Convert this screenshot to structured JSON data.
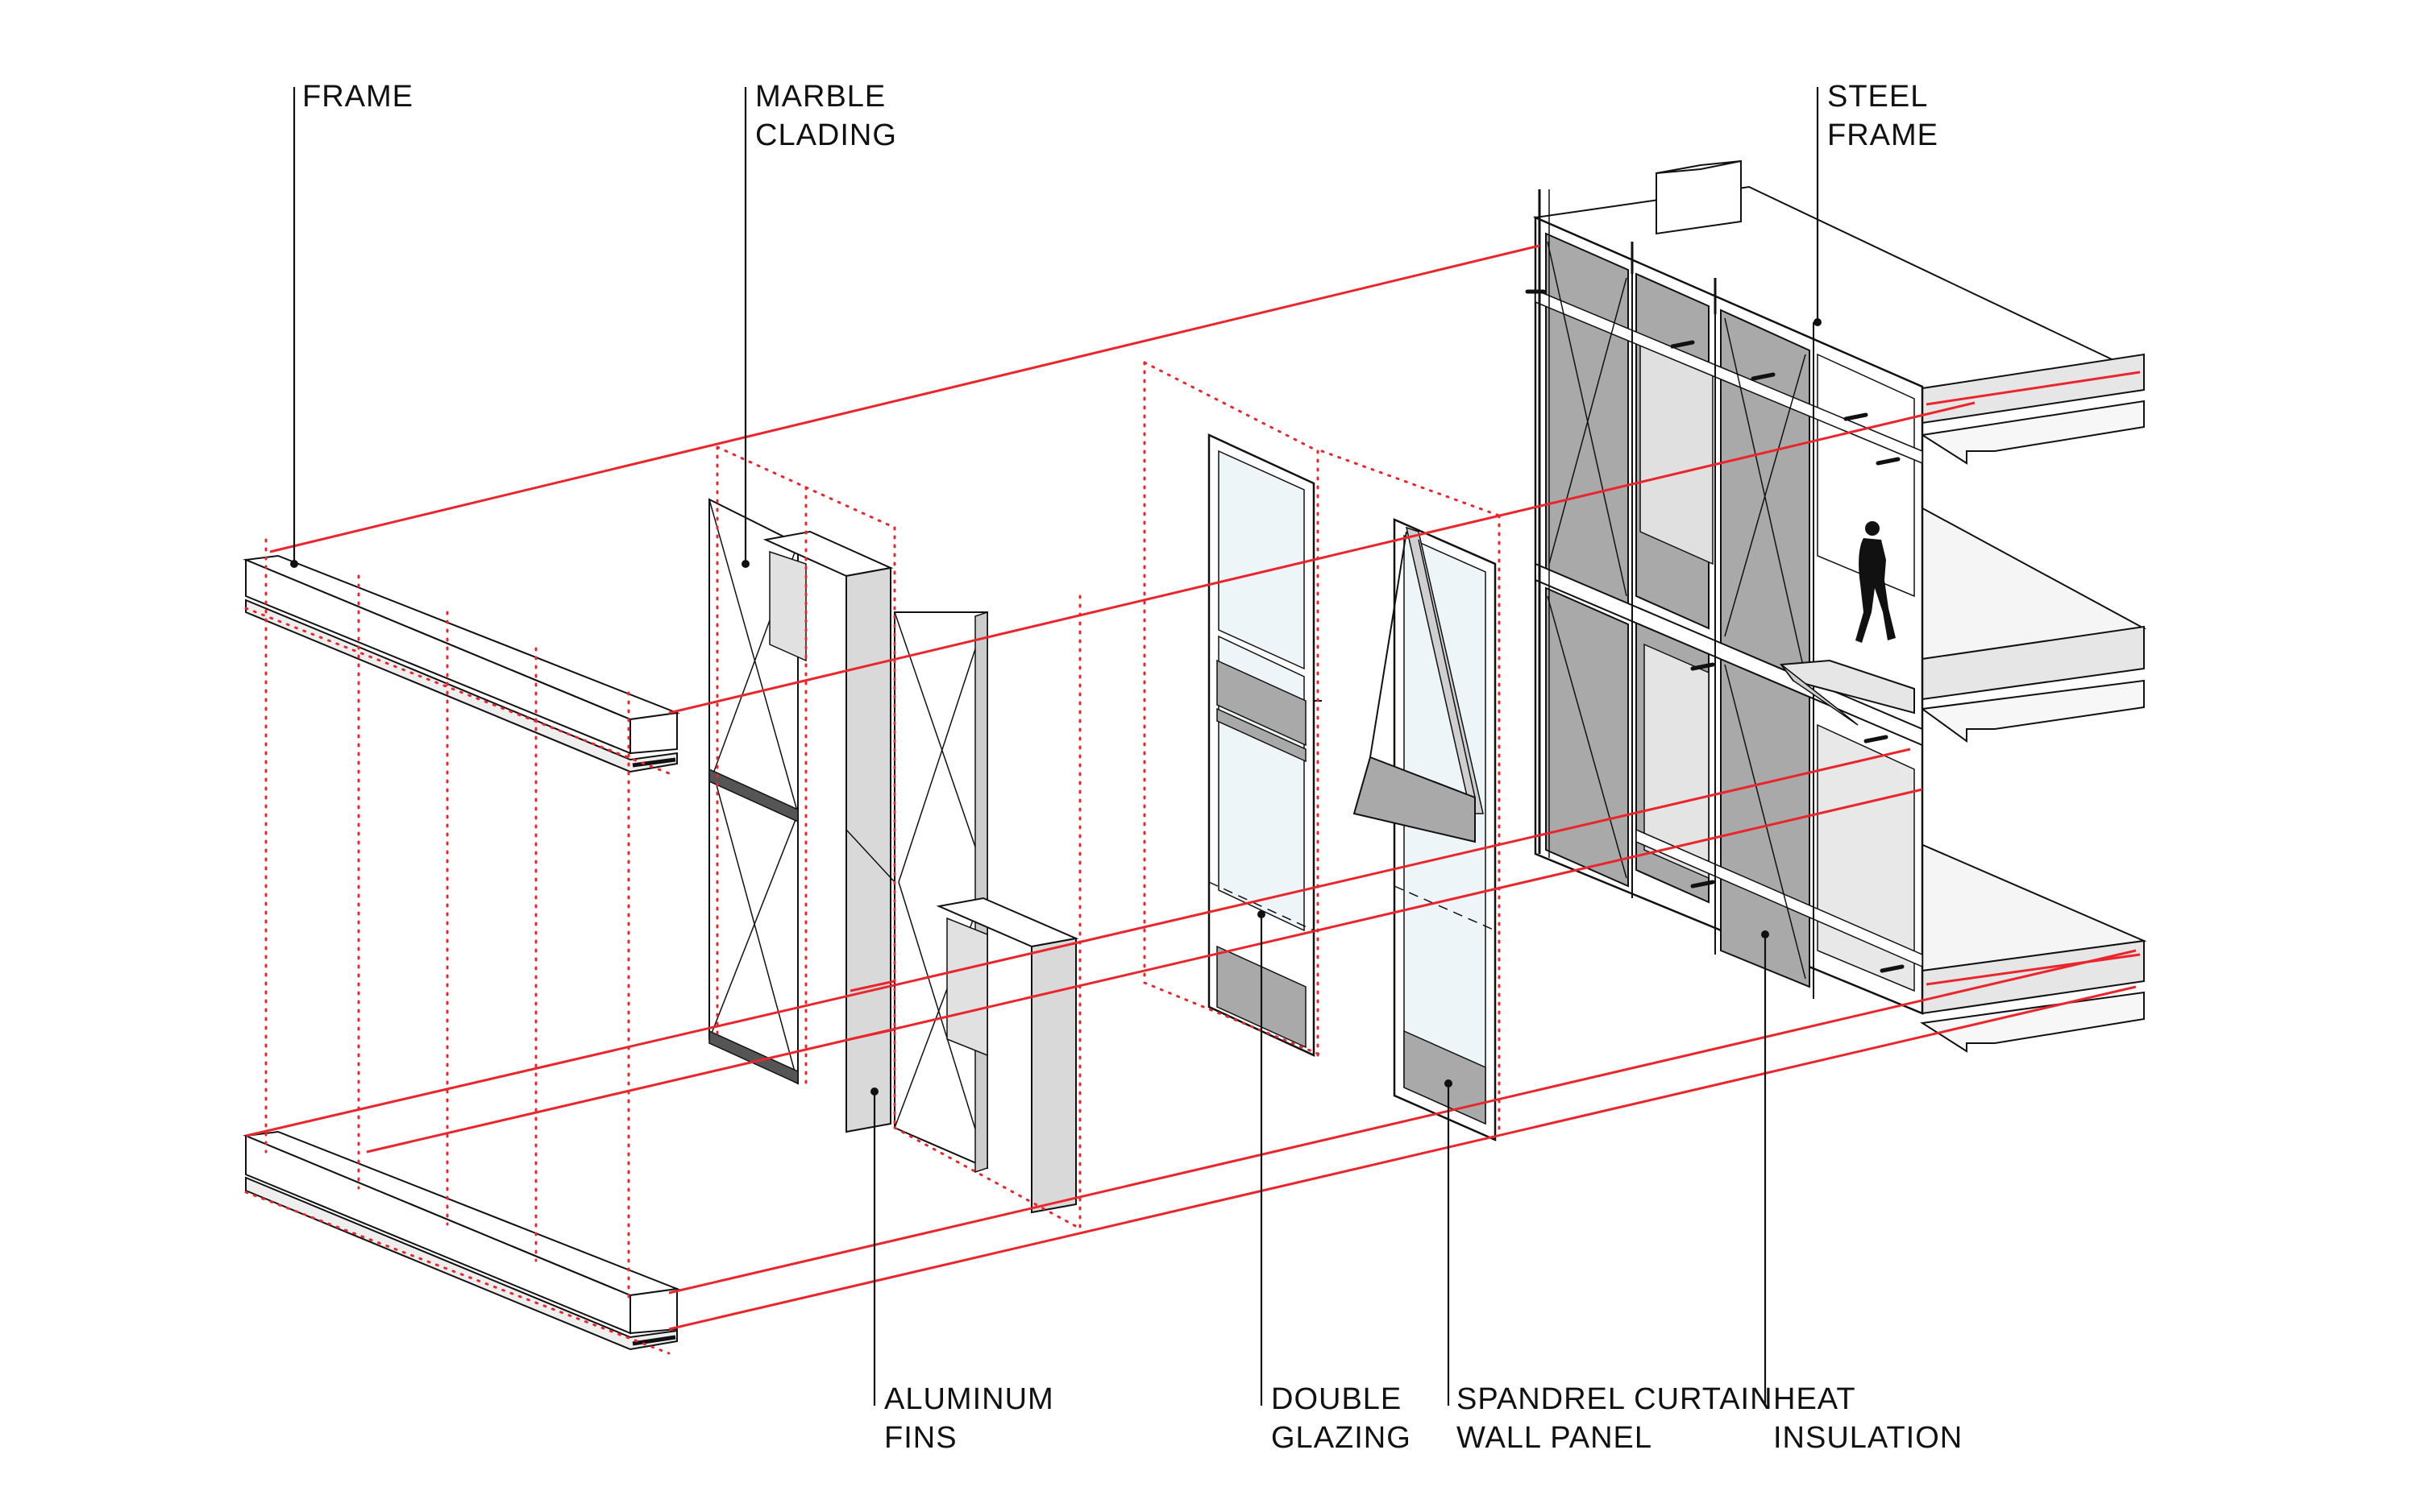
{
  "labels": {
    "frame": [
      "FRAME"
    ],
    "marble_cladding": [
      "MARBLE",
      "CLADING"
    ],
    "steel_frame": [
      "STEEL",
      "FRAME"
    ],
    "aluminum_fins": [
      "ALUMINUM",
      "FINS"
    ],
    "double_glazing": [
      "DOUBLE",
      "GLAZING"
    ],
    "spandrel_panel": [
      "SPANDREL CURTAIN",
      "WALL PANEL"
    ],
    "heat_insulation": [
      "HEAT",
      "INSULATION"
    ]
  },
  "colors": {
    "projection_lines": "#e8262c",
    "linework": "#111111",
    "panel_grey": "#a9a9a9",
    "glass": "#eef5f8",
    "floor_slab": "#f2f2f2"
  }
}
